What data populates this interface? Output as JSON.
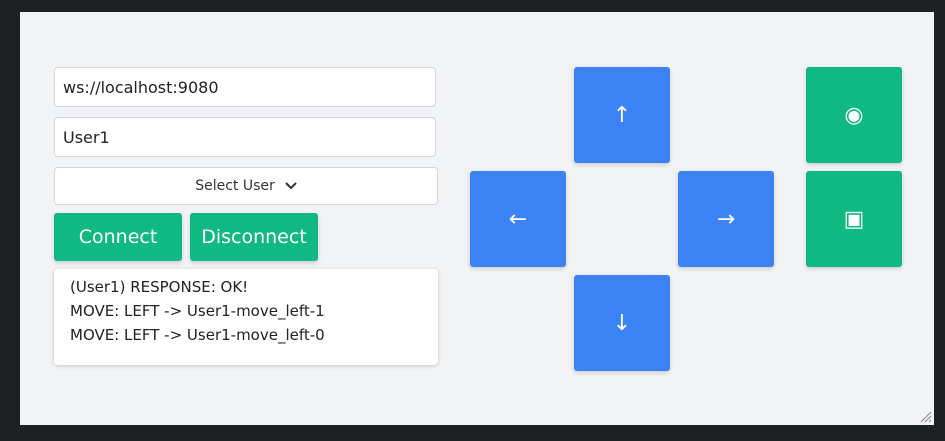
{
  "connection": {
    "url_value": "ws://localhost:9080",
    "username_value": "User1",
    "select_label": "Select User",
    "connect_label": "Connect",
    "disconnect_label": "Disconnect"
  },
  "log": {
    "lines": [
      "(User1) RESPONSE: OK!",
      "MOVE: LEFT -> User1-move_left-1",
      "MOVE: LEFT -> User1-move_left-0"
    ]
  },
  "dpad": {
    "up": "↑",
    "left": "←",
    "right": "→",
    "down": "↓"
  },
  "actions": {
    "primary": "◉",
    "secondary": "▣"
  },
  "colors": {
    "blue": "#3b82f6",
    "green": "#10b981"
  }
}
